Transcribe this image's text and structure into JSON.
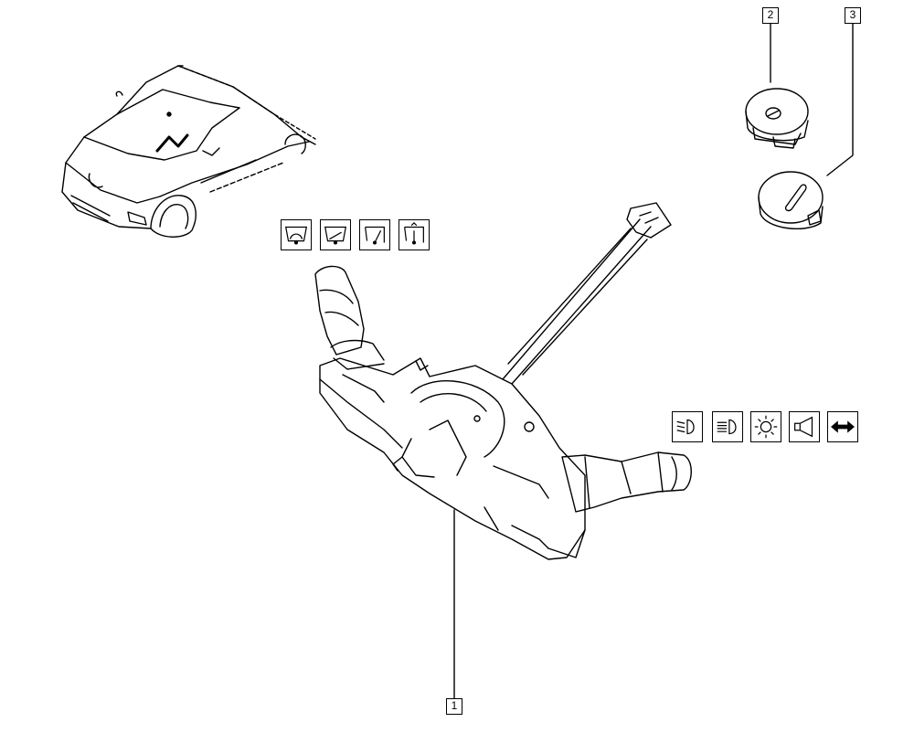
{
  "callouts": [
    {
      "id": "part-1",
      "label": "1"
    },
    {
      "id": "part-2",
      "label": "2"
    },
    {
      "id": "part-3",
      "label": "3"
    }
  ],
  "wiper_icons": [
    "windscreen-wiper-icon",
    "windscreen-washer-icon",
    "rear-wiper-icon",
    "rear-washer-icon"
  ],
  "light_icons": [
    "dipped-beam-icon",
    "main-beam-icon",
    "side-light-icon",
    "horn-icon",
    "direction-indicator-icon"
  ],
  "colors": {
    "line": "#000000",
    "background": "#ffffff"
  }
}
